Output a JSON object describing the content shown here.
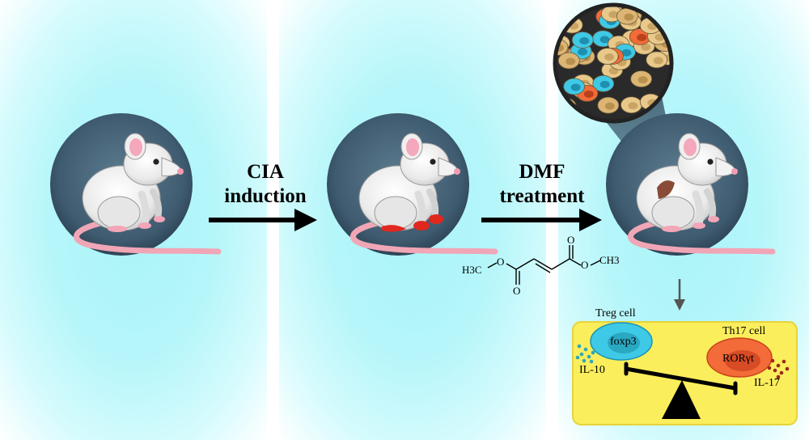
{
  "steps": [
    {
      "title": "CIA",
      "subtitle": "induction"
    },
    {
      "title": "DMF",
      "subtitle": "treatment"
    }
  ],
  "molecule": {
    "left_group": "H3C",
    "right_group": "CH3",
    "atoms": [
      "O",
      "O",
      "O",
      "O"
    ]
  },
  "balance": {
    "left_cell": "Treg cell",
    "left_marker": "foxp3",
    "left_cytokine": "IL-10",
    "right_cell": "Th17 cell",
    "right_marker": "RORγt",
    "right_cytokine": "IL-17"
  },
  "colors": {
    "panel": "#b6f6fa",
    "circle": "#3f5b70",
    "treg": "#3ec9e6",
    "th17": "#f26b38",
    "balance_box": "#fbee5c",
    "paw": "#e0281f"
  }
}
